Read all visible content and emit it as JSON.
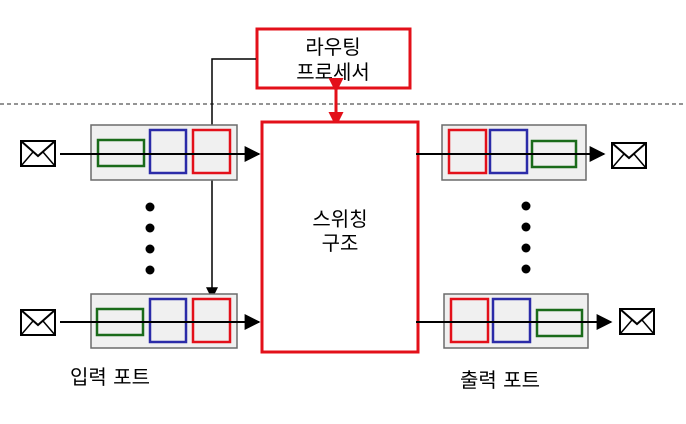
{
  "routing_processor": {
    "line1": "라우팅",
    "line2": "프로세서"
  },
  "switching_fabric": {
    "line1": "스위칭",
    "line2": "구조"
  },
  "input_ports_label": "입력 포트",
  "output_ports_label": "출력 포트",
  "icons": {
    "message": "envelope-icon"
  },
  "colors": {
    "red": "#e3101a",
    "blue": "#2b2ba8",
    "green": "#1a6b1a",
    "gray": "#6b6b6b",
    "port_bg": "#f0f0f0",
    "dash": "#555555"
  }
}
